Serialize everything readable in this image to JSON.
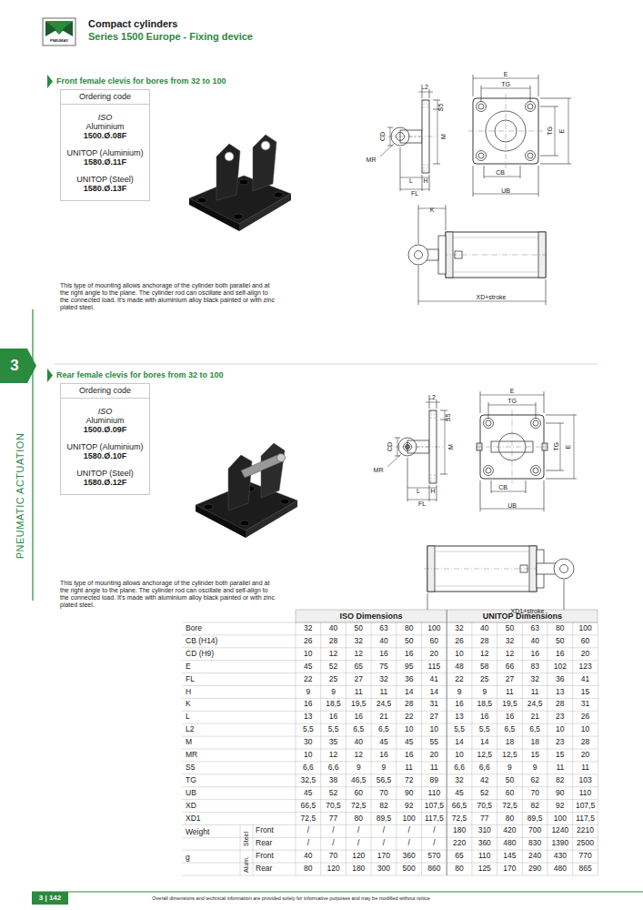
{
  "diagram": {
    "title": "Compact cylinders",
    "nodes": [
      {
        "text": [
          "Ordering code",
          "ISO",
          "Aluminium",
          "1500.Ø.08F",
          "UNITOP (Aluminium)",
          "1580.Ø.11F",
          "UNITOP (Steel)",
          "1580.Ø.13F"
        ]
      },
      {
        "text": [
          "Ordering code",
          "ISO",
          "Aluminium",
          "1500.Ø.09F",
          "UNITOP (Aluminium)",
          "1580.Ø.10F",
          "UNITOP (Steel)",
          "1580.Ø.12F"
        ]
      }
    ],
    "labels": [
      "Series 1500 Europe - Fixing device",
      "PNEUMAX",
      "Front female clevis for bores from 32 to 100",
      "This type of mounting allows anchorage of the cylinder both parallel and at the right angle to the plane. The cylinder rod can oscillate and self-align to the connected load. It's made with aluminium alloy black painted or with zinc plated steel.",
      "L2",
      "S5",
      "CD",
      "M",
      "MR",
      "L",
      "H",
      "FL",
      "E",
      "TG",
      "TG",
      "E",
      "CB",
      "UB",
      "K",
      "XD+stroke",
      "3",
      "PNEUMATIC ACTUATION",
      "Rear female clevis for bores from 32 to 100",
      "This type of mounting allows anchorage of the cylinder both parallel and at the right angle to the plane. The cylinder rod can oscillate and self-align to the connected load. It's made with aluminium alloy black painted or with zinc plated steel.",
      "L2",
      "S5",
      "CD",
      "M",
      "MR",
      "L",
      "H",
      "FL",
      "E",
      "TG",
      "TG",
      "E",
      "CB",
      "UB",
      "XD1+stroke",
      "ISO Dimensions",
      "UNITOP Dimensions",
      "Weight",
      "g",
      "Steel",
      "Alum.",
      "3 | 142",
      "Overall dimensions and technical information are provided solely for informative purposes and may be modified without notice",
      "Bore",
      "32",
      "40",
      "50",
      "63",
      "80",
      "100",
      "32",
      "40",
      "50",
      "63",
      "80",
      "100",
      "CB (H14)",
      "26",
      "28",
      "32",
      "40",
      "50",
      "60",
      "26",
      "28",
      "32",
      "40",
      "50",
      "60",
      "CD (H9)",
      "10",
      "12",
      "12",
      "16",
      "16",
      "20",
      "10",
      "12",
      "12",
      "16",
      "16",
      "20",
      "E",
      "45",
      "52",
      "65",
      "75",
      "95",
      "115",
      "48",
      "58",
      "66",
      "83",
      "102",
      "123",
      "FL",
      "22",
      "25",
      "27",
      "32",
      "36",
      "41",
      "22",
      "25",
      "27",
      "32",
      "36",
      "41",
      "H",
      "9",
      "9",
      "11",
      "11",
      "14",
      "14",
      "9",
      "9",
      "11",
      "11",
      "13",
      "15",
      "K",
      "16",
      "18,5",
      "19,5",
      "24,5",
      "28",
      "31",
      "16",
      "18,5",
      "19,5",
      "24,5",
      "28",
      "31",
      "L",
      "13",
      "16",
      "16",
      "21",
      "22",
      "27",
      "13",
      "16",
      "16",
      "21",
      "23",
      "26",
      "L2",
      "5,5",
      "5,5",
      "6,5",
      "6,5",
      "10",
      "10",
      "5,5",
      "5,5",
      "6,5",
      "6,5",
      "10",
      "10",
      "M",
      "30",
      "35",
      "40",
      "45",
      "45",
      "55",
      "14",
      "14",
      "18",
      "18",
      "23",
      "28",
      "MR",
      "10",
      "12",
      "12",
      "16",
      "16",
      "20",
      "10",
      "12,5",
      "12,5",
      "15",
      "15",
      "20",
      "S5",
      "6,6",
      "6,6",
      "9",
      "9",
      "11",
      "11",
      "6,6",
      "6,6",
      "9",
      "9",
      "11",
      "11",
      "TG",
      "32,5",
      "38",
      "46,5",
      "56,5",
      "72",
      "89",
      "32",
      "42",
      "50",
      "62",
      "82",
      "103",
      "UB",
      "45",
      "52",
      "60",
      "70",
      "90",
      "110",
      "45",
      "52",
      "60",
      "70",
      "90",
      "110",
      "XD",
      "66,5",
      "70,5",
      "72,5",
      "82",
      "92",
      "107,5",
      "66,5",
      "70,5",
      "72,5",
      "82",
      "92",
      "107,5",
      "XD1",
      "72,5",
      "77",
      "80",
      "89,5",
      "100",
      "117,5",
      "72,5",
      "77",
      "80",
      "89,5",
      "100",
      "117,5",
      "Front",
      "/",
      "/",
      "/",
      "/",
      "/",
      "/",
      "180",
      "310",
      "420",
      "700",
      "1240",
      "2210",
      "Rear",
      "/",
      "/",
      "/",
      "/",
      "/",
      "/",
      "220",
      "360",
      "480",
      "830",
      "1390",
      "2500",
      "Front",
      "40",
      "70",
      "120",
      "170",
      "360",
      "570",
      "65",
      "110",
      "145",
      "240",
      "430",
      "770",
      "Rear",
      "80",
      "120",
      "180",
      "300",
      "500",
      "860",
      "80",
      "125",
      "170",
      "290",
      "480",
      "865"
    ]
  }
}
